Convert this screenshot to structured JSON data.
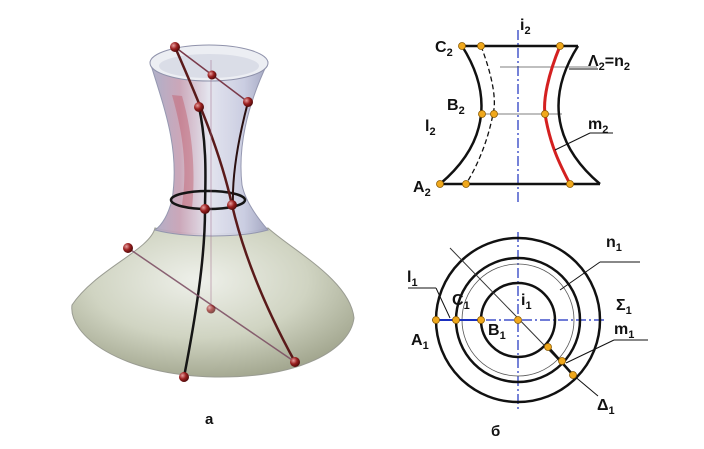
{
  "captions": {
    "left": "а",
    "right": "б"
  },
  "front_view": {
    "axis": {
      "main": "i",
      "sub": "2"
    },
    "labels": [
      {
        "main": "C",
        "sub": "2"
      },
      {
        "main": "B",
        "sub": "2"
      },
      {
        "main": "l",
        "sub": "2"
      },
      {
        "main": "A",
        "sub": "2"
      },
      {
        "main": "m",
        "sub": "2"
      }
    ],
    "plane_label": {
      "main": "Λ",
      "sub": "2",
      "eq": "=n",
      "eq_sub": "2"
    }
  },
  "top_view": {
    "labels": [
      {
        "main": "n",
        "sub": "1"
      },
      {
        "main": "l",
        "sub": "1"
      },
      {
        "main": "C",
        "sub": "1"
      },
      {
        "main": "i",
        "sub": "1"
      },
      {
        "main": "Σ",
        "sub": "1"
      },
      {
        "main": "A",
        "sub": "1"
      },
      {
        "main": "B",
        "sub": "1"
      },
      {
        "main": "m",
        "sub": "1"
      },
      {
        "main": "Δ",
        "sub": "1"
      }
    ]
  },
  "colors": {
    "line": "#111111",
    "red": "#d42020",
    "axis": "#1a2fbf",
    "point": "#f0a81c",
    "point_stroke": "#8a5a00",
    "sphere": "#8b1a1a"
  }
}
